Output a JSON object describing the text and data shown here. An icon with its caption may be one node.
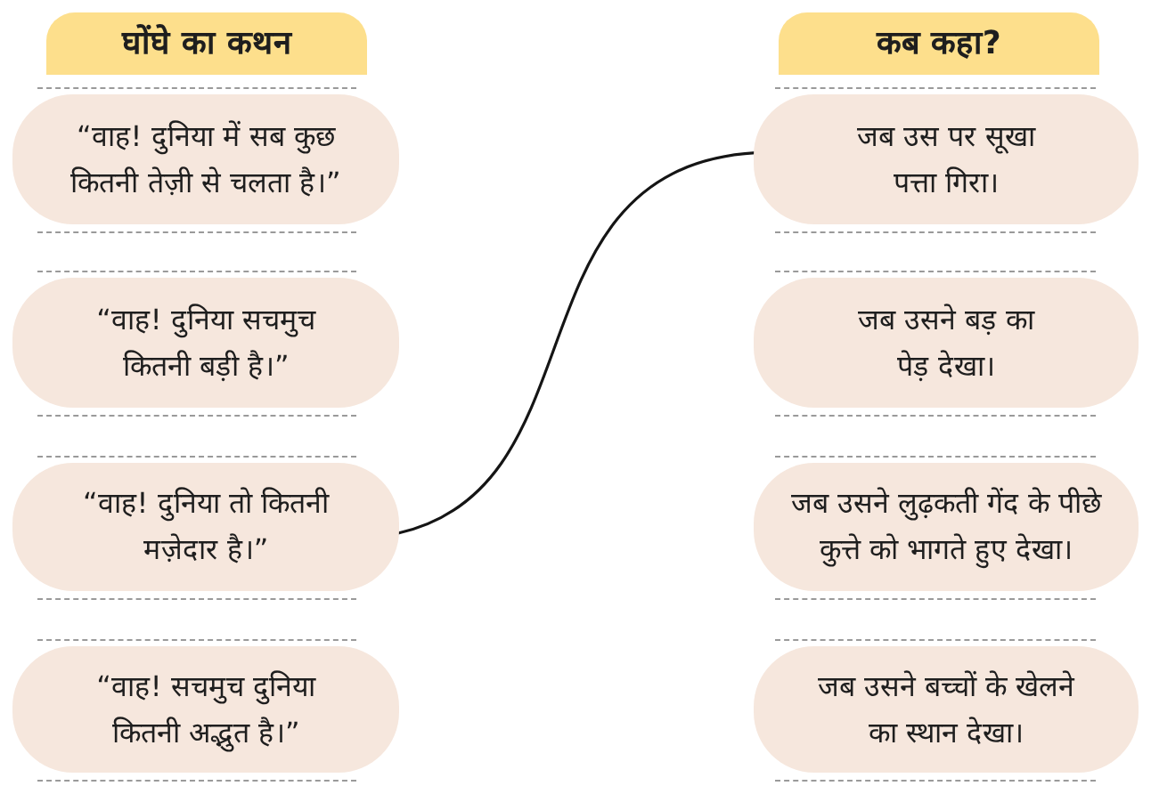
{
  "diagram": {
    "nodes": [
      {
        "text": [
          "घोंघे का कथन"
        ]
      },
      {
        "text": [
          "“वाह! दुनिया में सब कुछ कितनी तेज़ी से चलता है।”"
        ]
      },
      {
        "text": [
          "“वाह! दुनिया सचमुच कितनी बड़ी है।”"
        ]
      },
      {
        "text": [
          "“वाह! दुनिया तो कितनी मज़ेदार है।”"
        ]
      },
      {
        "text": [
          "“वाह! सचमुच दुनिया कितनी अद्भुत है।”"
        ]
      },
      {
        "text": [
          "कब कहा?"
        ]
      },
      {
        "text": [
          "जब उस पर सूखा पत्ता गिरा।"
        ]
      },
      {
        "text": [
          "जब उसने बड़ का पेड़ देखा।"
        ]
      },
      {
        "text": [
          "जब उसने लुढ़कती गेंद के पीछे कुत्ते को भागते हुए देखा।"
        ]
      },
      {
        "text": [
          "जब उसने बच्चों के खेलने का स्थान देखा।"
        ]
      }
    ],
    "edges": [
      {
        "from": 3,
        "to": 6,
        "arrow": "none"
      }
    ]
  }
}
